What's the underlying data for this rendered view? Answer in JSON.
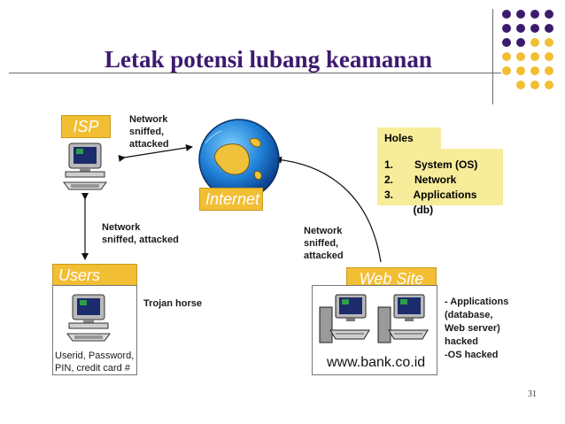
{
  "title": "Letak potensi lubang keamanan",
  "labels": {
    "isp": "ISP",
    "internet": "Internet",
    "users": "Users",
    "website": "Web Site"
  },
  "notes": {
    "isp_internet": [
      "Network",
      "sniffed,",
      "attacked"
    ],
    "isp_users": [
      "Network",
      "sniffed, attacked"
    ],
    "internet_website": [
      "Network",
      "sniffed,",
      "attacked"
    ],
    "trojan": "Trojan horse"
  },
  "holes": {
    "header": "Holes",
    "items": [
      {
        "num": "1.",
        "text": "System (OS)"
      },
      {
        "num": "2.",
        "text": "Network"
      },
      {
        "num": "3.",
        "text": "Applications (db)"
      }
    ]
  },
  "users_panel": {
    "caption": [
      "Userid, Password,",
      "PIN, credit card #"
    ]
  },
  "website_panel": {
    "url": "www.bank.co.id"
  },
  "website_holes": [
    "- Applications",
    "(database,",
    "Web server)",
    "hacked",
    "-OS hacked"
  ],
  "page_number": "31",
  "colors": {
    "title": "#3d1a6e",
    "label_bg": "#f2be33",
    "holes_bg": "#f7ec9a",
    "dot_purple": "#3d1a6e",
    "dot_gold": "#f2be33"
  }
}
